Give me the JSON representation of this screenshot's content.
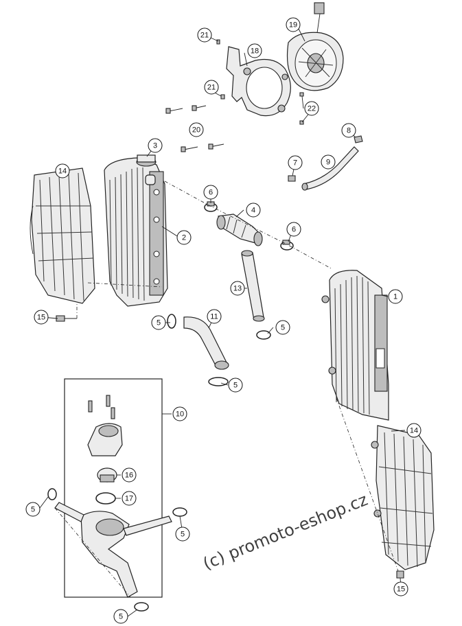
{
  "callouts": [
    {
      "id": "c21a",
      "label": "21"
    },
    {
      "id": "c18",
      "label": "18"
    },
    {
      "id": "c19",
      "label": "19"
    },
    {
      "id": "c21b",
      "label": "21"
    },
    {
      "id": "c22",
      "label": "22"
    },
    {
      "id": "c20",
      "label": "20"
    },
    {
      "id": "c8",
      "label": "8"
    },
    {
      "id": "c3",
      "label": "3"
    },
    {
      "id": "c7",
      "label": "7"
    },
    {
      "id": "c9",
      "label": "9"
    },
    {
      "id": "c14a",
      "label": "14"
    },
    {
      "id": "c6a",
      "label": "6"
    },
    {
      "id": "c4",
      "label": "4"
    },
    {
      "id": "c2",
      "label": "2"
    },
    {
      "id": "c6b",
      "label": "6"
    },
    {
      "id": "c13",
      "label": "13"
    },
    {
      "id": "c1",
      "label": "1"
    },
    {
      "id": "c15a",
      "label": "15"
    },
    {
      "id": "c5a",
      "label": "5"
    },
    {
      "id": "c11",
      "label": "11"
    },
    {
      "id": "c5b",
      "label": "5"
    },
    {
      "id": "c5c",
      "label": "5"
    },
    {
      "id": "c10",
      "label": "10"
    },
    {
      "id": "c14b",
      "label": "14"
    },
    {
      "id": "c16",
      "label": "16"
    },
    {
      "id": "c17",
      "label": "17"
    },
    {
      "id": "c5d",
      "label": "5"
    },
    {
      "id": "c5e",
      "label": "5"
    },
    {
      "id": "c15b",
      "label": "15"
    },
    {
      "id": "c5f",
      "label": "5"
    }
  ],
  "watermark": "(c) promoto-eshop.cz"
}
